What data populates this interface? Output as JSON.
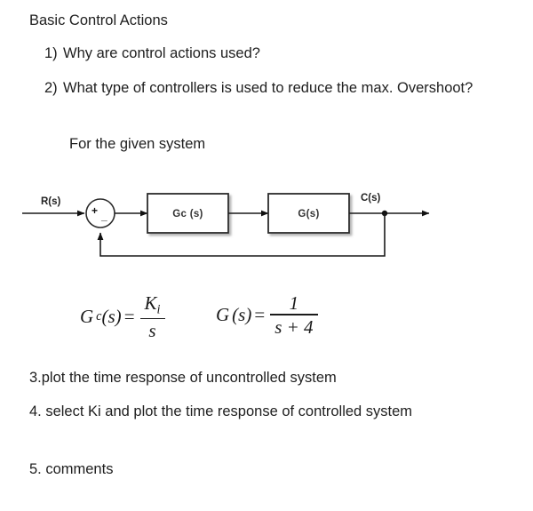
{
  "document": {
    "title": "Basic Control Actions",
    "questions": [
      {
        "marker": "1)",
        "text": "Why are control actions used?"
      },
      {
        "marker": "2)",
        "text": "What type of controllers is used to reduce the max. Overshoot?"
      }
    ],
    "given_line": "For the given system",
    "tasks": [
      "3.plot the time response of uncontrolled system",
      "4.  select Ki and plot the time response of controlled system",
      "5. comments"
    ]
  },
  "diagram": {
    "name": "closed-loop-block-diagram",
    "input_label": "R(s)",
    "output_label": "C(s)",
    "blocks": [
      {
        "label": "Gc (s)"
      },
      {
        "label": "G(s)"
      }
    ],
    "summing_junction": {
      "plus": "+",
      "minus": "_"
    },
    "line_color": "#1a1a1a",
    "block_fill": "#ffffff",
    "block_stroke": "#2b2b2b"
  },
  "equations": {
    "controller": {
      "lhs": "G",
      "lhs_sub": "c",
      "lhs_arg": "(s)",
      "equals": "=",
      "numerator": "K",
      "numerator_sub": "i",
      "denominator": "s"
    },
    "plant": {
      "lhs": "G",
      "lhs_arg": "(s)",
      "equals": "=",
      "numerator": "1",
      "denominator": "s + 4"
    }
  }
}
